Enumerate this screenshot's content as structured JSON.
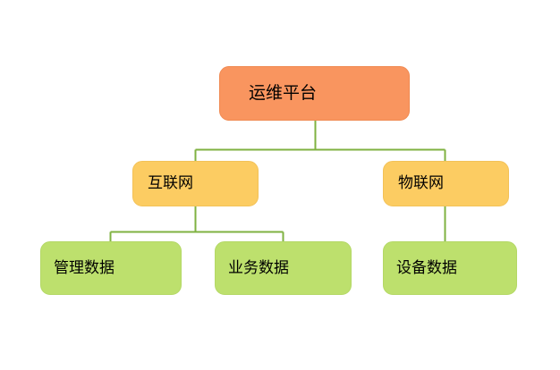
{
  "diagram": {
    "type": "hierarchy-tree",
    "background_color": "#FFFFFF",
    "edge_color": "#7FB241",
    "levels": [
      {
        "level": 1,
        "fill_color": "#F9955F",
        "nodes": [
          {
            "id": "root",
            "label": "运维平台"
          }
        ]
      },
      {
        "level": 2,
        "fill_color": "#FCCC62",
        "nodes": [
          {
            "id": "internet",
            "label": "互联网"
          },
          {
            "id": "iot",
            "label": "物联网"
          }
        ]
      },
      {
        "level": 3,
        "fill_color": "#BDE06D",
        "nodes": [
          {
            "id": "mgmt-data",
            "label": "管理数据"
          },
          {
            "id": "biz-data",
            "label": "业务数据"
          },
          {
            "id": "device-data",
            "label": "设备数据"
          }
        ]
      }
    ],
    "edges": [
      {
        "from": "root",
        "to": "internet"
      },
      {
        "from": "root",
        "to": "iot"
      },
      {
        "from": "internet",
        "to": "mgmt-data"
      },
      {
        "from": "internet",
        "to": "biz-data"
      },
      {
        "from": "iot",
        "to": "device-data"
      }
    ]
  }
}
